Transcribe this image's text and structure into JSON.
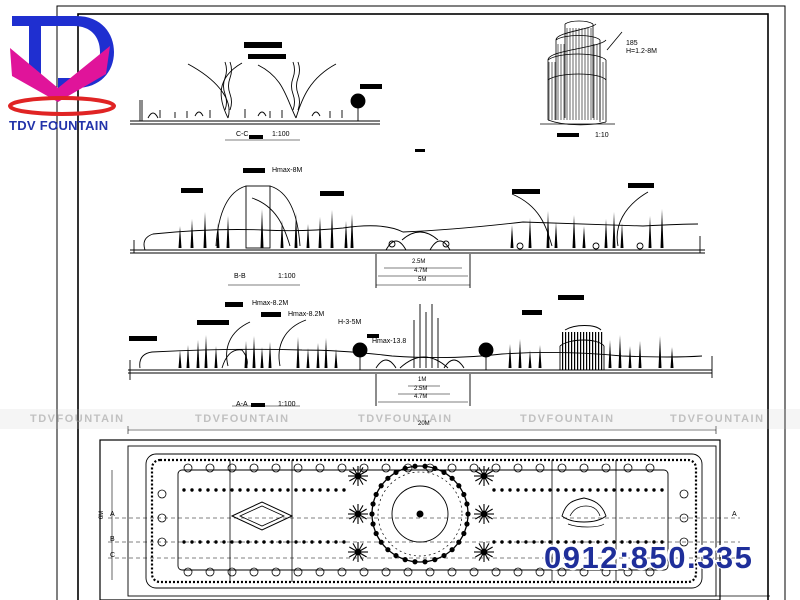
{
  "brand": {
    "name": "TDV FOUNTAIN",
    "colors": {
      "blue": "#1f2fd0",
      "magenta": "#e0149a",
      "red": "#e02424"
    }
  },
  "watermark": {
    "text": "TDVFOUNTAIN",
    "repeat": 5
  },
  "phone": "0912:850.335",
  "section_cc": {
    "label": "C-C",
    "scale": "1:100"
  },
  "detail": {
    "label_top": "185",
    "height": "H=1.2-8M",
    "scale": "1:10"
  },
  "section_bb": {
    "height": "Hmax-8M",
    "label": "B-B",
    "scale": "1:100",
    "dims": [
      "2.5M",
      "4.7M",
      "5M"
    ]
  },
  "section_aa": {
    "height1": "Hmax-8.2M",
    "height2": "Hmax-8.2M",
    "height3": "H-3-5M",
    "height4": "Hmax-13.8",
    "label": "A-A",
    "scale": "1:100",
    "dims": [
      "1M",
      "2.5M",
      "4.7M"
    ]
  },
  "plan": {
    "length": "20M",
    "width": "6M",
    "axes": [
      "A",
      "B",
      "C",
      "A"
    ]
  }
}
